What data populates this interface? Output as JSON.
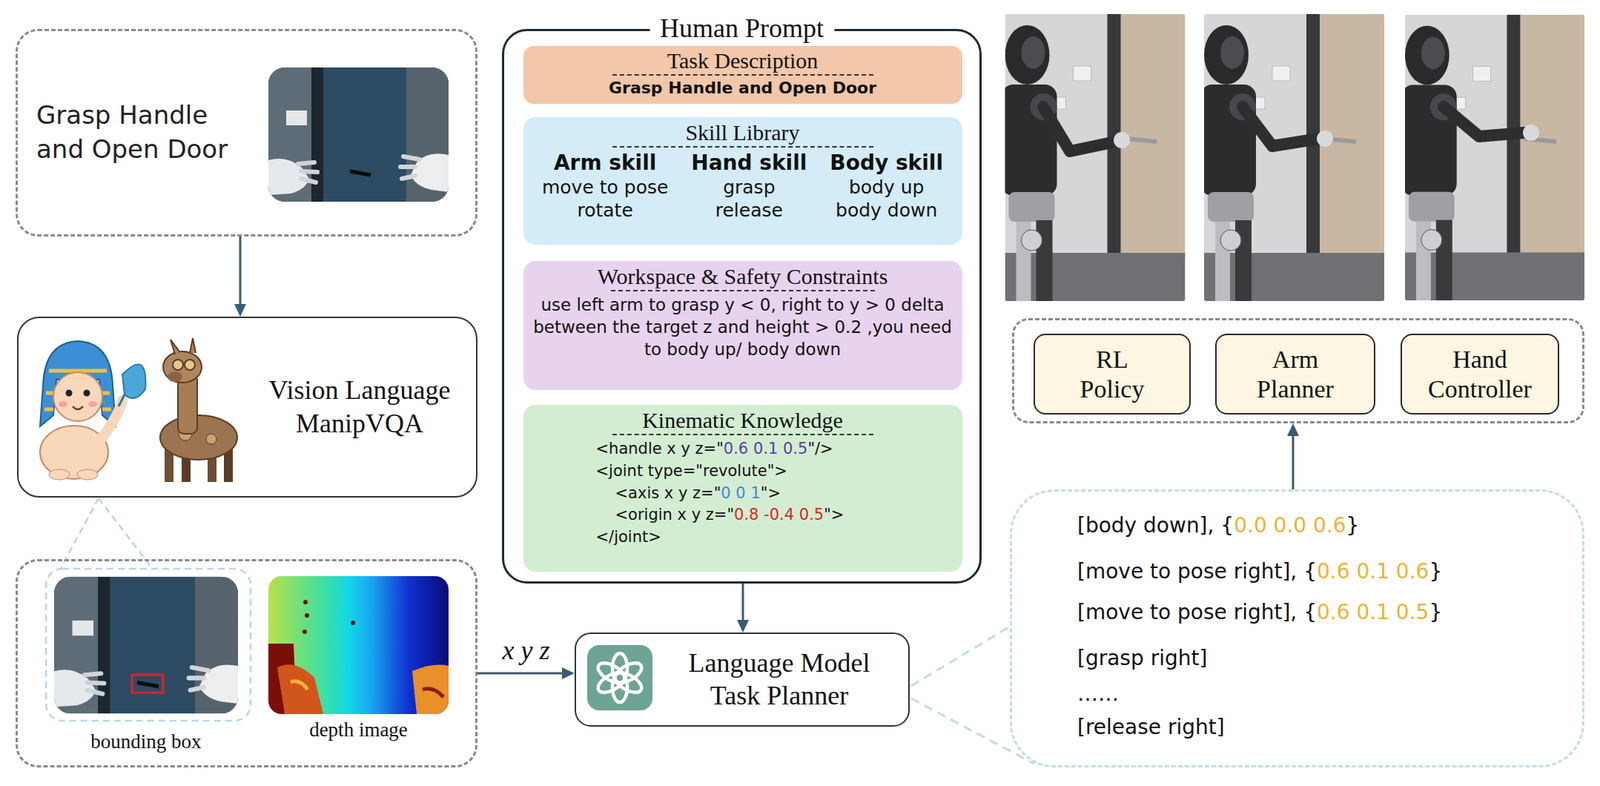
{
  "diagram": {
    "nodes": [
      {
        "text": [
          "Grasp Handle and Open Door"
        ]
      },
      {
        "text": [
          "Vision Language ManipVQA"
        ]
      },
      {
        "text": [
          "bounding box",
          "depth image"
        ]
      },
      {
        "text": [
          "Human Prompt"
        ]
      },
      {
        "text": [
          "Task Description",
          "Grasp Handle and Open Door"
        ],
        "in": 3
      },
      {
        "text": [
          "Skill Library",
          "Arm skill",
          "move to pose",
          "rotate",
          "Hand skill",
          "grasp",
          "release",
          "Body skill",
          "body up",
          "body down"
        ],
        "in": 3
      },
      {
        "text": [
          "Workspace & Safety Constraints",
          "use left arm to grasp y < 0, right to y > 0 delta between the target z and height > 0.2 ,you need to body up/ body down"
        ],
        "in": 3
      },
      {
        "text": [
          "Kinematic Knowledge",
          "<handle x y z=\"",
          "0.6 0.1 0.5",
          "\"/>",
          "<joint type=\"revolute\">",
          "<axis x y z=\"",
          "0 0 1",
          "\">",
          "<origin x y z=\"",
          "0.8 -0.4 0.5",
          "\">",
          "</joint>"
        ],
        "in": 3
      },
      {
        "text": [
          "Language Model Task Planner"
        ]
      },
      {
        "text": []
      },
      {
        "text": [
          "RL Policy"
        ],
        "in": 9
      },
      {
        "text": [
          "Arm Planner"
        ],
        "in": 9
      },
      {
        "text": [
          "Hand Controller"
        ],
        "in": 9
      },
      {
        "text": [
          "[body down], {",
          "0.0 0.0 0.6",
          "}",
          "[move to pose right], {",
          "0.6 0.1 0.6",
          "}",
          "[move to pose right], {",
          "0.6 0.1 0.5",
          "}",
          "[grasp right]",
          "……",
          "[release right]"
        ]
      }
    ],
    "edges": [
      {
        "from": 0,
        "to": 1,
        "arrow": "to"
      },
      {
        "from": 2,
        "to": 8,
        "label": "x y z",
        "arrow": "to"
      },
      {
        "from": 3,
        "to": 8,
        "arrow": "to"
      },
      {
        "from": 13,
        "to": 9,
        "arrow": "to"
      }
    ]
  }
}
